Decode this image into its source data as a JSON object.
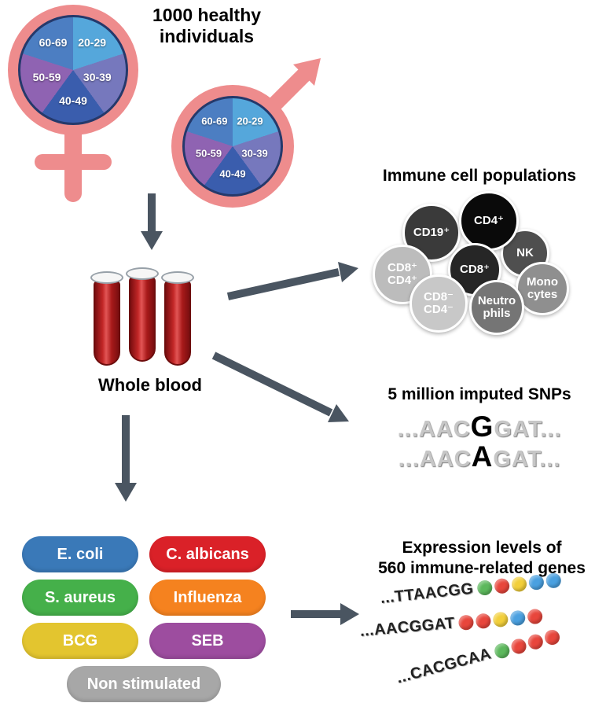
{
  "header": {
    "lines": [
      "1000 healthy",
      "individuals"
    ]
  },
  "age_segments": [
    {
      "label": "20-29",
      "color": "#55a7db"
    },
    {
      "label": "30-39",
      "color": "#7678bd"
    },
    {
      "label": "40-49",
      "color": "#3a5dad"
    },
    {
      "label": "50-59",
      "color": "#8f63b2"
    },
    {
      "label": "60-69",
      "color": "#4c7ec2"
    }
  ],
  "blood": {
    "label": "Whole blood"
  },
  "immune": {
    "title": "Immune cell populations",
    "cells": [
      {
        "lines": [
          "CD19⁺"
        ],
        "color": "#3a3a3a"
      },
      {
        "lines": [
          "CD8⁺",
          "CD4⁺"
        ],
        "color": "#bcbcbc"
      },
      {
        "lines": [
          "NK"
        ],
        "color": "#4f4f4f"
      },
      {
        "lines": [
          "CD4⁺"
        ],
        "color": "#0a0a0a"
      },
      {
        "lines": [
          "Mono",
          "cytes"
        ],
        "color": "#8f8f8f"
      },
      {
        "lines": [
          "CD8⁺"
        ],
        "color": "#262626"
      },
      {
        "lines": [
          "CD8⁻",
          "CD4⁻"
        ],
        "color": "#c8c8c8"
      },
      {
        "lines": [
          "Neutro",
          "phils"
        ],
        "color": "#757575"
      }
    ]
  },
  "snps": {
    "title": "5 million imputed SNPs",
    "rows": [
      {
        "pre": "...AAC",
        "snp": "G",
        "post": "GAT..."
      },
      {
        "pre": "...AAC",
        "snp": "A",
        "post": "GAT..."
      }
    ]
  },
  "stimuli": {
    "items": [
      {
        "label": "E. coli",
        "color": "#3a79b8"
      },
      {
        "label": "C. albicans",
        "color": "#da2128"
      },
      {
        "label": "S. aureus",
        "color": "#45b04a"
      },
      {
        "label": "Influenza",
        "color": "#f5821f"
      },
      {
        "label": "BCG",
        "color": "#e3c52f"
      },
      {
        "label": "SEB",
        "color": "#9d4d9f"
      },
      {
        "label": "Non stimulated",
        "color": "#a7a7a7"
      }
    ]
  },
  "expression": {
    "lines": [
      "Expression levels of",
      "560 immune-related genes"
    ],
    "rows": [
      {
        "seq": "...TTAACGG",
        "dots": [
          "#5cb85c",
          "#e8463c",
          "#f2cf3a",
          "#4aa0e0",
          "#4aa0e0"
        ]
      },
      {
        "seq": "...AACGGAT",
        "dots": [
          "#e8463c",
          "#e8463c",
          "#f2cf3a",
          "#4aa0e0",
          "#e8463c"
        ]
      },
      {
        "seq": "...CACGCAA",
        "dots": [
          "#5cb85c",
          "#e8463c",
          "#e8463c",
          "#e8463c"
        ]
      }
    ]
  }
}
